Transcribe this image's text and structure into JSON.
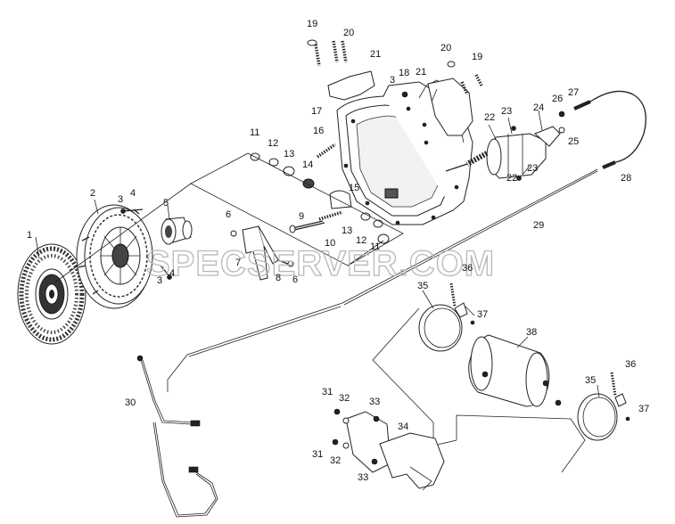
{
  "watermark": "SPECSERVER.COM",
  "callouts": [
    {
      "id": "c1",
      "text": "1"
    },
    {
      "id": "c2",
      "text": "2"
    },
    {
      "id": "c3a",
      "text": "3"
    },
    {
      "id": "c4a",
      "text": "4"
    },
    {
      "id": "c5",
      "text": "5"
    },
    {
      "id": "c3b",
      "text": "3"
    },
    {
      "id": "c4b",
      "text": "4"
    },
    {
      "id": "c6a",
      "text": "6"
    },
    {
      "id": "c7",
      "text": "7"
    },
    {
      "id": "c8",
      "text": "8"
    },
    {
      "id": "c6b",
      "text": "6"
    },
    {
      "id": "c9",
      "text": "9"
    },
    {
      "id": "c10",
      "text": "10"
    },
    {
      "id": "c11a",
      "text": "11"
    },
    {
      "id": "c12a",
      "text": "12"
    },
    {
      "id": "c13a",
      "text": "13"
    },
    {
      "id": "c14",
      "text": "14"
    },
    {
      "id": "c15",
      "text": "15"
    },
    {
      "id": "c13b",
      "text": "13"
    },
    {
      "id": "c12b",
      "text": "12"
    },
    {
      "id": "c11b",
      "text": "11"
    },
    {
      "id": "c16",
      "text": "16"
    },
    {
      "id": "c17",
      "text": "17"
    },
    {
      "id": "c3c",
      "text": "3"
    },
    {
      "id": "c18",
      "text": "18"
    },
    {
      "id": "c19a",
      "text": "19"
    },
    {
      "id": "c20a",
      "text": "20"
    },
    {
      "id": "c21a",
      "text": "21"
    },
    {
      "id": "c21b",
      "text": "21"
    },
    {
      "id": "c20b",
      "text": "20"
    },
    {
      "id": "c19b",
      "text": "19"
    },
    {
      "id": "c22a",
      "text": "22"
    },
    {
      "id": "c23a",
      "text": "23"
    },
    {
      "id": "c24",
      "text": "24"
    },
    {
      "id": "c26",
      "text": "26"
    },
    {
      "id": "c27",
      "text": "27"
    },
    {
      "id": "c25",
      "text": "25"
    },
    {
      "id": "c23b",
      "text": "23"
    },
    {
      "id": "c22b",
      "text": "22"
    },
    {
      "id": "c28",
      "text": "28"
    },
    {
      "id": "c29",
      "text": "29"
    },
    {
      "id": "c36a",
      "text": "36"
    },
    {
      "id": "c35a",
      "text": "35"
    },
    {
      "id": "c37a",
      "text": "37"
    },
    {
      "id": "c38",
      "text": "38"
    },
    {
      "id": "c36b",
      "text": "36"
    },
    {
      "id": "c35b",
      "text": "35"
    },
    {
      "id": "c37b",
      "text": "37"
    },
    {
      "id": "c30",
      "text": "30"
    },
    {
      "id": "c31a",
      "text": "31"
    },
    {
      "id": "c32a",
      "text": "32"
    },
    {
      "id": "c33a",
      "text": "33"
    },
    {
      "id": "c34",
      "text": "34"
    },
    {
      "id": "c31b",
      "text": "31"
    },
    {
      "id": "c32b",
      "text": "32"
    },
    {
      "id": "c33b",
      "text": "33"
    }
  ]
}
